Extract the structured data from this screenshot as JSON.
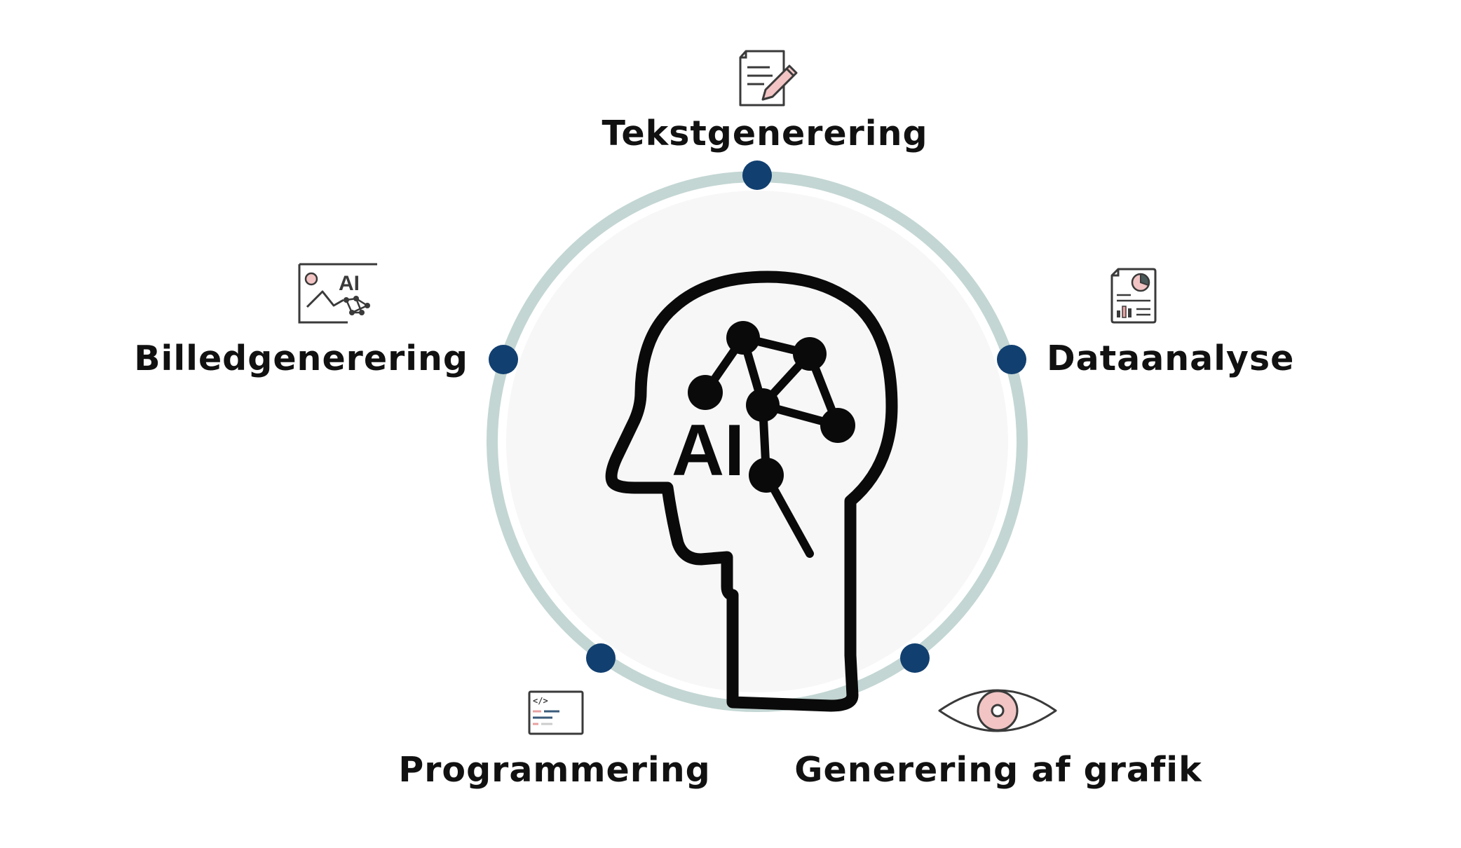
{
  "center": {
    "label": "AI",
    "icon": "ai-head-network-icon"
  },
  "colors": {
    "ring": "#c3d6d3",
    "inner_fill": "#f7f7f7",
    "node": "#113f70",
    "icon_stroke": "#3a3a3a",
    "icon_accent": "#f2c4c4",
    "text": "#111111"
  },
  "capabilities": [
    {
      "label": "Tekstgenerering",
      "icon": "document-pencil-icon"
    },
    {
      "label": "Dataanalyse",
      "icon": "report-chart-icon"
    },
    {
      "label": "Generering af grafik",
      "icon": "eye-icon"
    },
    {
      "label": "Programmering",
      "icon": "code-window-icon"
    },
    {
      "label": "Billedgenerering",
      "icon": "ai-image-icon"
    }
  ]
}
